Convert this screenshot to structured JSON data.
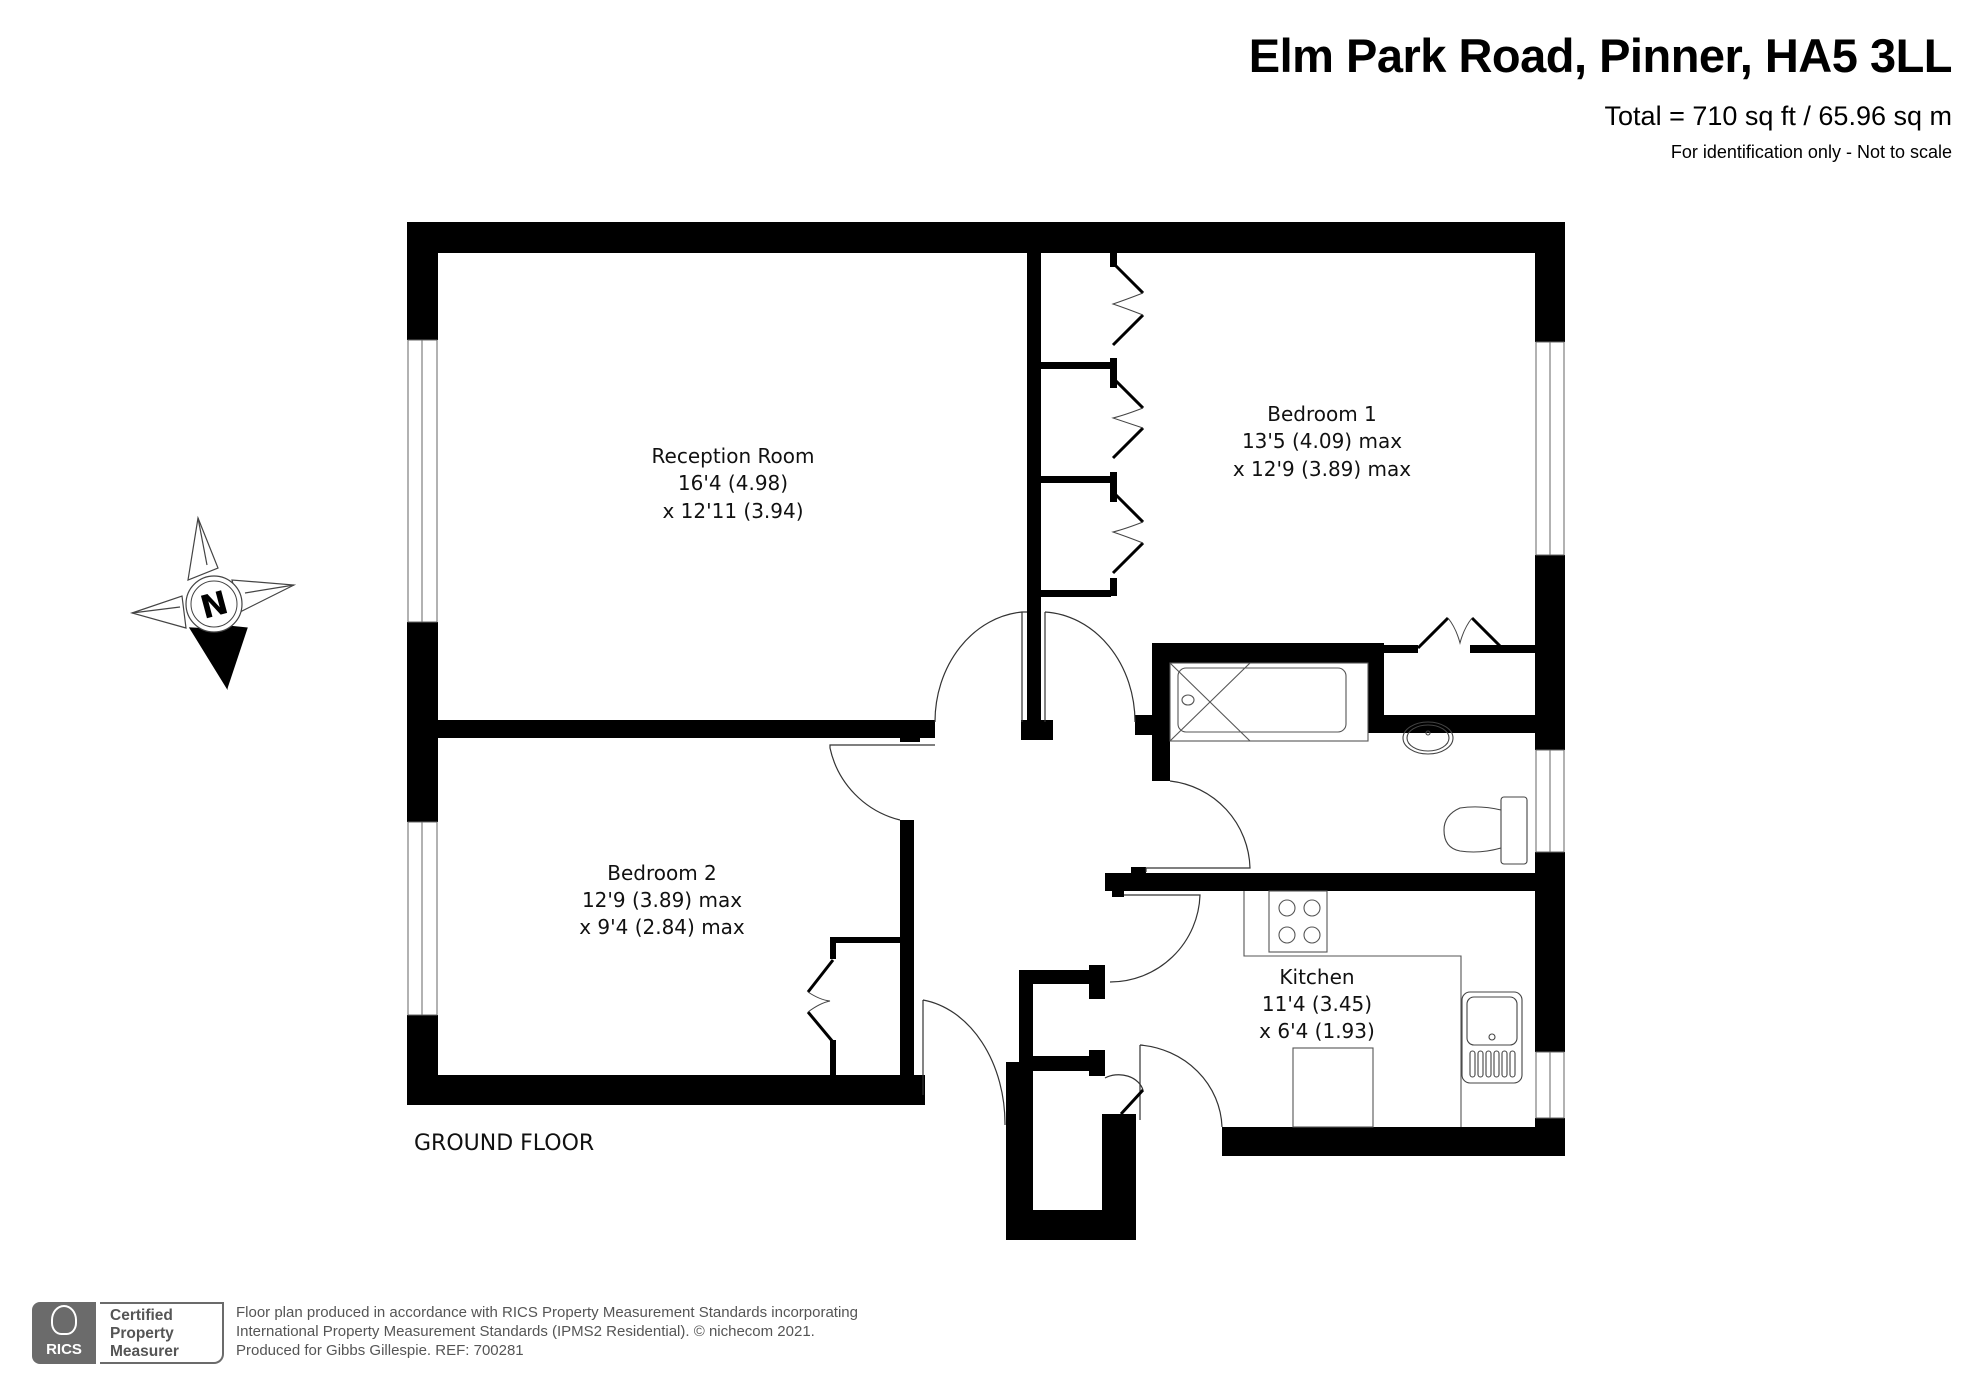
{
  "header": {
    "title": "Elm Park Road, Pinner, HA5 3LL",
    "total_area": "Total = 710 sq ft / 65.96 sq m",
    "disclaimer": "For identification only - Not to scale"
  },
  "compass": {
    "icon": "north-compass-icon",
    "letter": "N"
  },
  "rooms": [
    {
      "name": "Reception Room",
      "dim1": "16'4 (4.98)",
      "dim2": "x 12'11 (3.94)"
    },
    {
      "name": "Bedroom 1",
      "dim1": "13'5 (4.09) max",
      "dim2": "x 12'9 (3.89) max"
    },
    {
      "name": "Bedroom 2",
      "dim1": "12'9 (3.89) max",
      "dim2": "x 9'4 (2.84) max"
    },
    {
      "name": "Kitchen",
      "dim1": "11'4 (3.45)",
      "dim2": "x 6'4 (1.93)"
    }
  ],
  "floor_label": "GROUND FLOOR",
  "footer": {
    "badge_logo": "RICS",
    "badge_line1": "Certified",
    "badge_line2": "Property",
    "badge_line3": "Measurer",
    "line1": "Floor plan produced in accordance with RICS Property Measurement Standards incorporating",
    "line2": "International Property Measurement Standards (IPMS2 Residential).   © nichecom 2021.",
    "line3": "Produced for Gibbs Gillespie.   REF: 700281"
  },
  "colors": {
    "wall": "#000000",
    "fixture_line": "#555555",
    "footer_gray": "#6b6b6b"
  }
}
